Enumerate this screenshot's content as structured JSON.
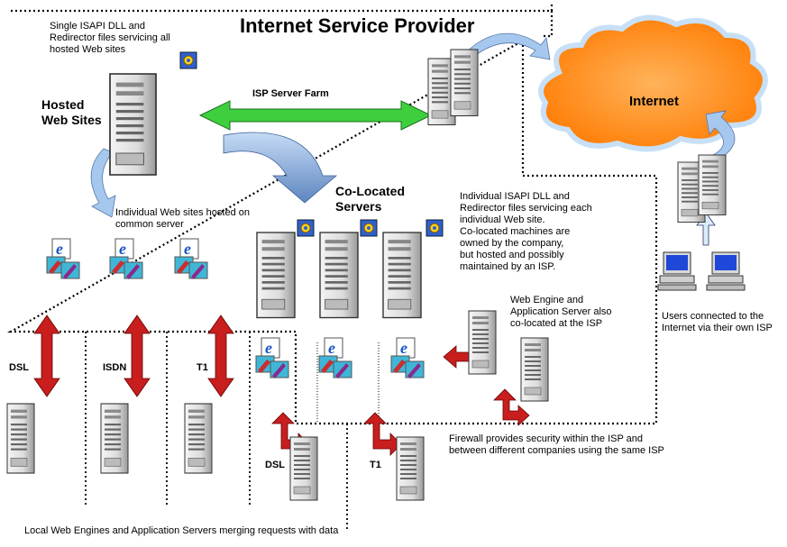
{
  "title": "Internet Service Provider",
  "labels": {
    "isapi_shared": "Single ISAPI DLL and\nRedirector files servicing all\nhosted Web sites",
    "hosted": "Hosted\nWeb Sites",
    "isp_farm": "ISP Server Farm",
    "internet": "Internet",
    "colocated": "Co-Located\nServers",
    "individual_hosted": "Individual Web sites hosted on\ncommon server",
    "isapi_individual": "Individual ISAPI DLL and\nRedirector files servicing each\nindividual Web site.\nCo-located machines are\nowned by the company,\nbut hosted and possibly\nmaintained by an ISP.",
    "web_engine": "Web Engine and\nApplication Server also\nco-located at the ISP",
    "users": "Users connected to the\nInternet via their own ISP",
    "dsl_left": "DSL",
    "isdn": "ISDN",
    "t1_left": "T1",
    "dsl_bottom": "DSL",
    "t1_bottom": "T1",
    "firewall": "Firewall provides security within the ISP and\nbetween different companies using the same ISP",
    "local": "Local Web Engines and Application Servers merging requests with data"
  },
  "colors": {
    "cloud_fill": "#ff8a1c",
    "green_arrow": "#33cc33",
    "red_arrow": "#c81e1e",
    "blue_arrow": "#8fb4e0",
    "server_body": "#e4e4e4"
  }
}
